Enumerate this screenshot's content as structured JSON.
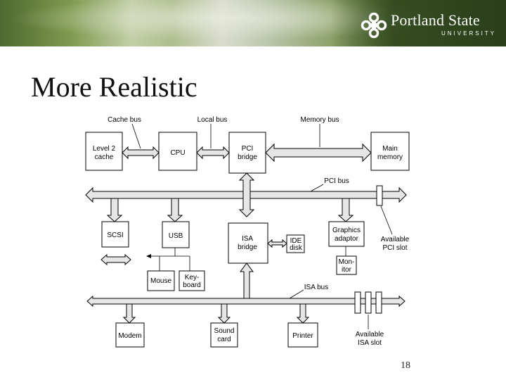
{
  "header": {
    "logo_name": "Portland State",
    "logo_sub": "UNIVERSITY"
  },
  "slide": {
    "title": "More Realistic",
    "page_number": "18"
  },
  "diagram": {
    "components": {
      "level2_cache": [
        "Level 2",
        "cache"
      ],
      "cpu": [
        "CPU"
      ],
      "pci_bridge": [
        "PCI",
        "bridge"
      ],
      "main_memory": [
        "Main",
        "memory"
      ],
      "scsi": [
        "SCSI"
      ],
      "usb": [
        "USB"
      ],
      "isa_bridge": [
        "ISA",
        "bridge"
      ],
      "ide_disk": [
        "IDE",
        "disk"
      ],
      "graphics_adaptor": [
        "Graphics",
        "adaptor"
      ],
      "monitor": [
        "Mon-",
        "itor"
      ],
      "mouse": [
        "Mouse"
      ],
      "keyboard": [
        "Key-",
        "board"
      ],
      "modem": [
        "Modem"
      ],
      "sound_card": [
        "Sound",
        "card"
      ],
      "printer": [
        "Printer"
      ]
    },
    "labels": {
      "cache_bus": "Cache bus",
      "local_bus": "Local bus",
      "memory_bus": "Memory bus",
      "pci_bus": "PCI bus",
      "isa_bus": "ISA bus",
      "available_pci_slot": [
        "Available",
        "PCI slot"
      ],
      "available_isa_slot": [
        "Available",
        "ISA slot"
      ]
    }
  }
}
